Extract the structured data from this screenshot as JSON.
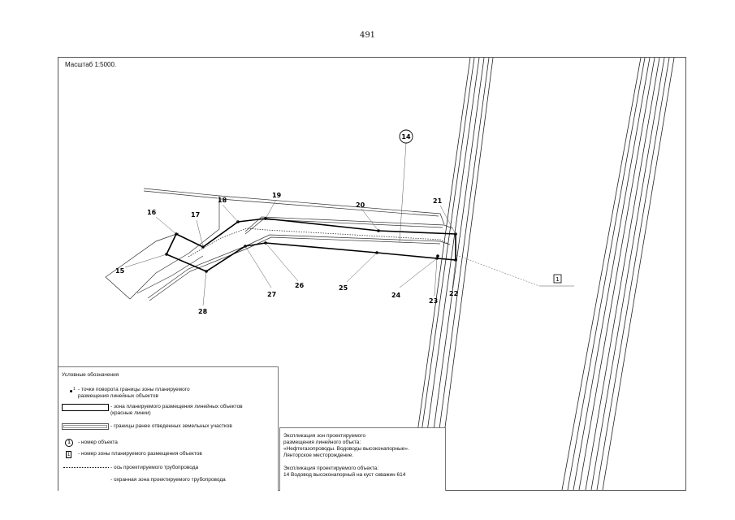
{
  "page_number": "491",
  "scale": "Масштаб 1:5000.",
  "map": {
    "points": [
      {
        "label": "15"
      },
      {
        "label": "16"
      },
      {
        "label": "17"
      },
      {
        "label": "18"
      },
      {
        "label": "19"
      },
      {
        "label": "20"
      },
      {
        "label": "21"
      },
      {
        "label": "22"
      },
      {
        "label": "23"
      },
      {
        "label": "24"
      },
      {
        "label": "25"
      },
      {
        "label": "26"
      },
      {
        "label": "27"
      },
      {
        "label": "28"
      }
    ],
    "object_number": "14",
    "zone_number": "1"
  },
  "legend": {
    "title": "Условные обозначения",
    "point_sample": "1",
    "point_text": "- точки поворота границы зоны планируемого размещения линейных объектов",
    "zone_text": "- зона планируемого размещения линейных объектов (красные линии)",
    "parcels_text": "- границы ранее отведенных земельных участков",
    "object_sample": "1",
    "object_text": "- номер  объекта",
    "zone_num_sample": "1",
    "zone_num_text": "- номер зоны планируемого размещения объектов",
    "axis_text": "- ось проектируемого трубопровода",
    "buffer_text": "- охранная зона проектируемого трубопровода"
  },
  "explication": {
    "line1": "Экспликация зон проектируемого",
    "line2": "размещения линейного объкта:",
    "line3": "«Нефтегазопроводы. Водоводы высоконапорные».",
    "line4": "Лянторское месторождение.",
    "line5": "Экспликация проектируемого объекта:",
    "line6": "14   Водовод высоконапорный на куст скважин 614"
  }
}
